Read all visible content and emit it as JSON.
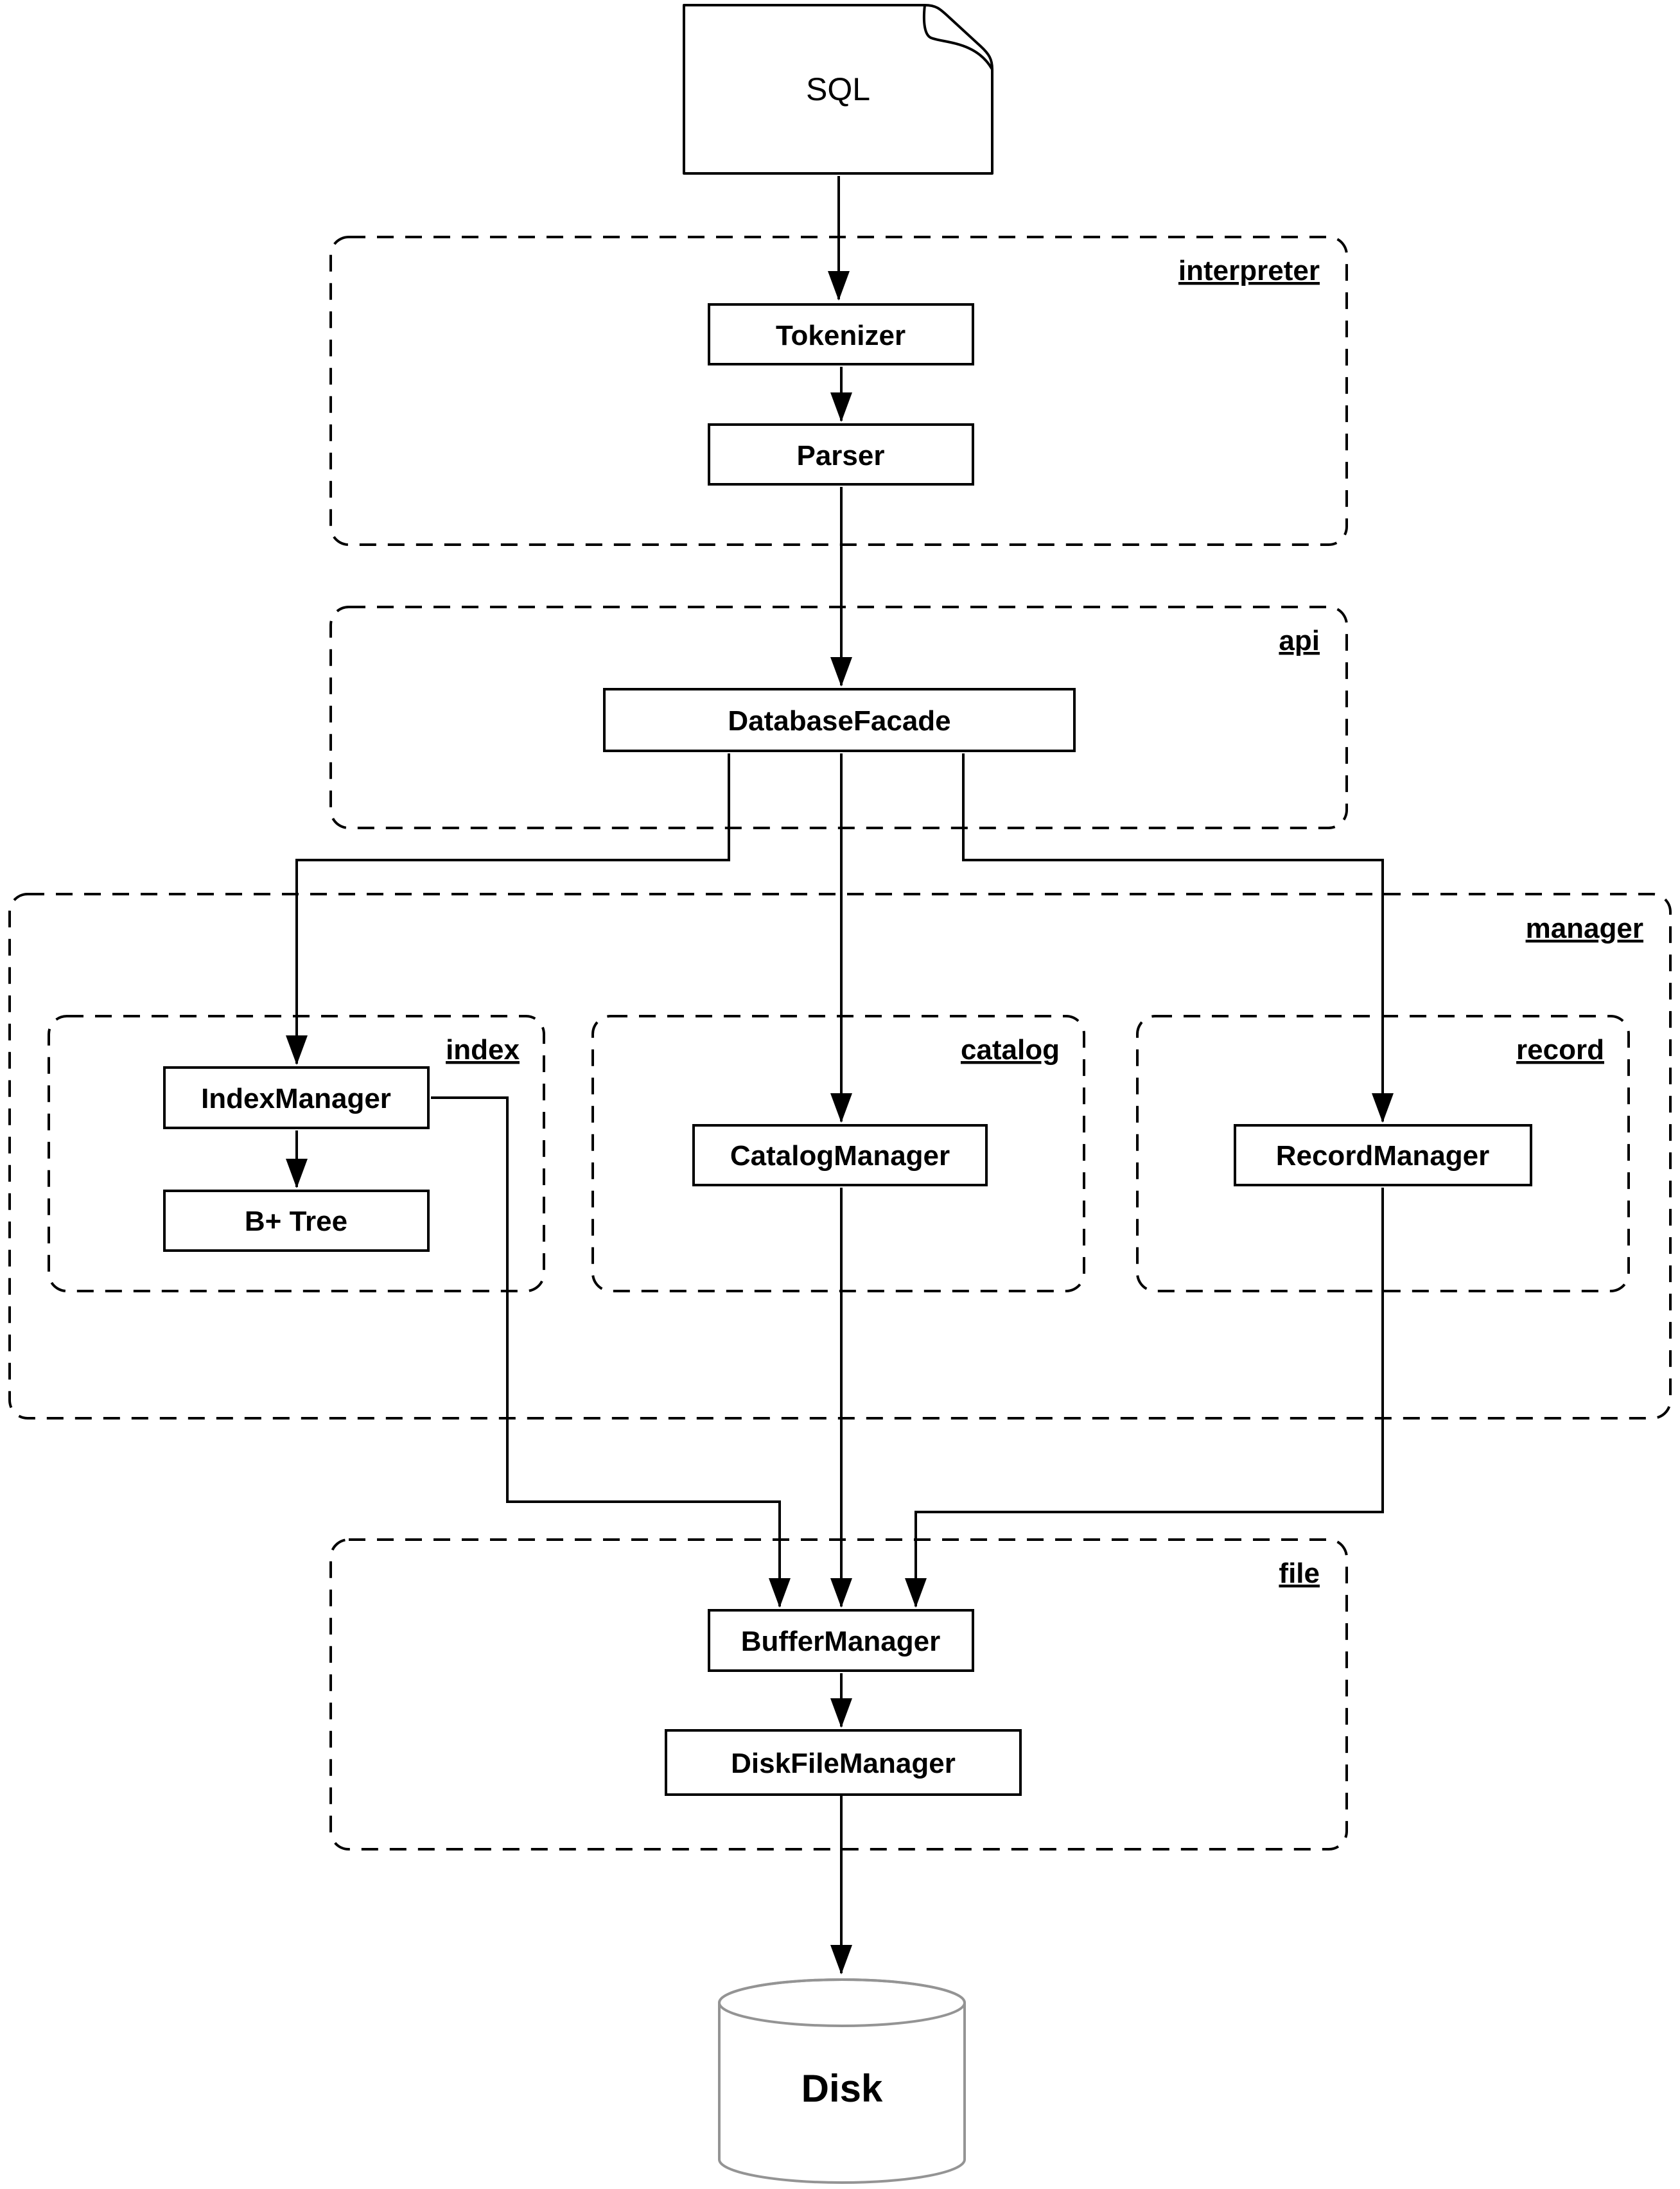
{
  "nodes": {
    "sql": {
      "label": "SQL"
    },
    "tokenizer": {
      "label": "Tokenizer"
    },
    "parser": {
      "label": "Parser"
    },
    "database_facade": {
      "label": "DatabaseFacade"
    },
    "index_manager": {
      "label": "IndexManager"
    },
    "bplus_tree": {
      "label": "B+ Tree"
    },
    "catalog_manager": {
      "label": "CatalogManager"
    },
    "record_manager": {
      "label": "RecordManager"
    },
    "buffer_manager": {
      "label": "BufferManager"
    },
    "disk_file_manager": {
      "label": "DiskFileManager"
    },
    "disk": {
      "label": "Disk"
    }
  },
  "containers": {
    "interpreter": {
      "label": "interpreter"
    },
    "api": {
      "label": "api"
    },
    "manager": {
      "label": "manager"
    },
    "index": {
      "label": "index"
    },
    "catalog": {
      "label": "catalog"
    },
    "record": {
      "label": "record"
    },
    "file": {
      "label": "file"
    }
  },
  "edges": [
    {
      "from": "SQL",
      "to": "Tokenizer"
    },
    {
      "from": "Tokenizer",
      "to": "Parser"
    },
    {
      "from": "Parser",
      "to": "DatabaseFacade"
    },
    {
      "from": "DatabaseFacade",
      "to": "IndexManager"
    },
    {
      "from": "DatabaseFacade",
      "to": "CatalogManager"
    },
    {
      "from": "DatabaseFacade",
      "to": "RecordManager"
    },
    {
      "from": "IndexManager",
      "to": "B+ Tree"
    },
    {
      "from": "IndexManager",
      "to": "BufferManager"
    },
    {
      "from": "CatalogManager",
      "to": "BufferManager"
    },
    {
      "from": "RecordManager",
      "to": "BufferManager"
    },
    {
      "from": "BufferManager",
      "to": "DiskFileManager"
    },
    {
      "from": "DiskFileManager",
      "to": "Disk"
    }
  ],
  "colors": {
    "stroke": "#000000",
    "disk_stroke": "#949494",
    "background": "#ffffff"
  }
}
